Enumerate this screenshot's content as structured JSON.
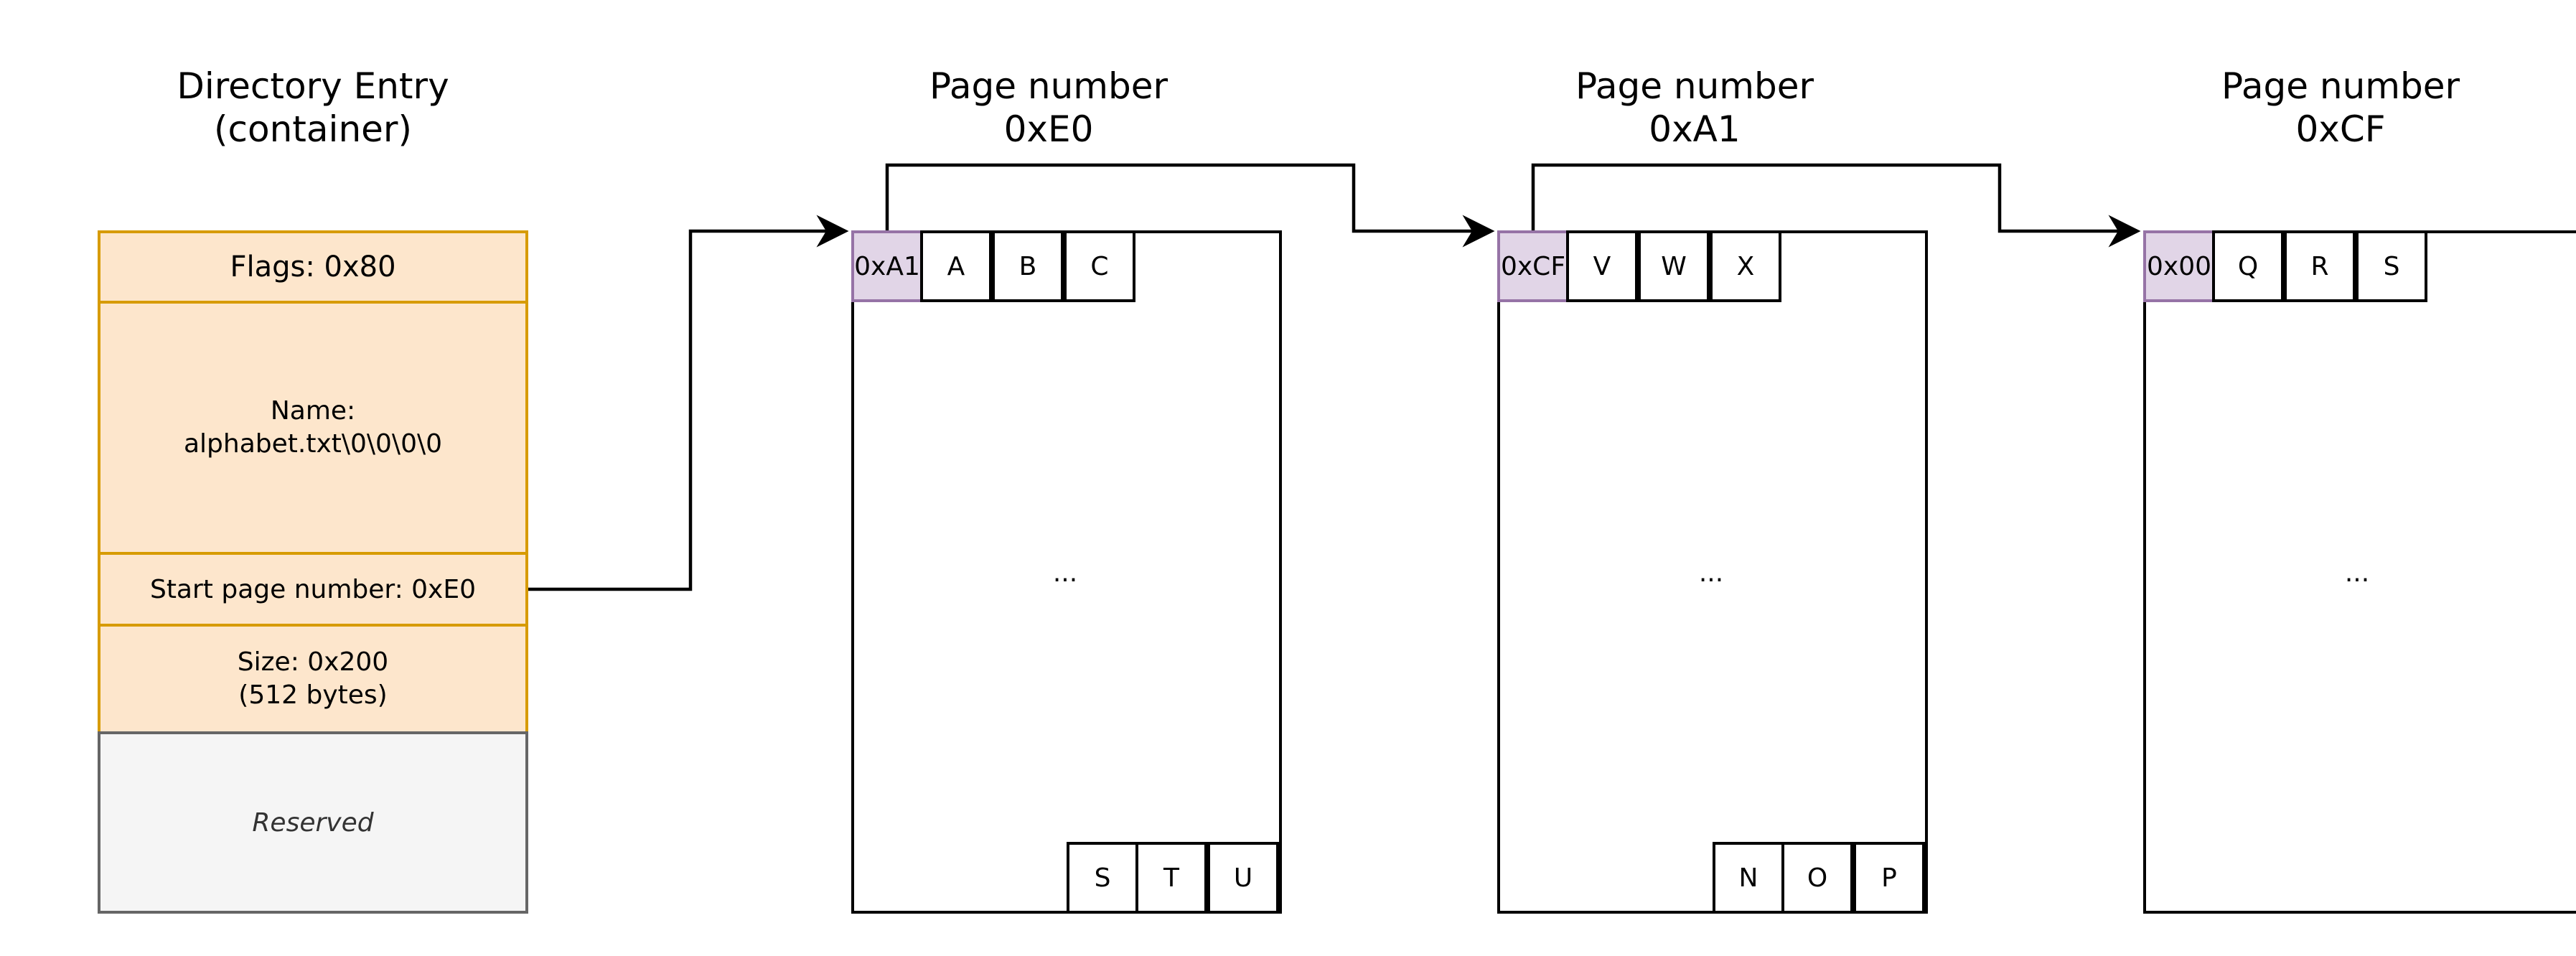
{
  "directory_entry": {
    "title": "Directory Entry\n(container)",
    "flags": "Flags: 0x80",
    "name": "Name:\nalphabet.txt\\0\\0\\0\\0",
    "start_page": "Start page number: 0xE0",
    "size": "Size: 0x200\n(512 bytes)",
    "reserved": "Reserved"
  },
  "pages": [
    {
      "title": "Page number\n0xE0",
      "next_pointer": "0xA1",
      "first_cells": [
        "A",
        "B",
        "C"
      ],
      "ellipsis": "...",
      "last_cells": [
        "S",
        "T",
        "U"
      ]
    },
    {
      "title": "Page number\n0xA1",
      "next_pointer": "0xCF",
      "first_cells": [
        "V",
        "W",
        "X"
      ],
      "ellipsis": "...",
      "last_cells": [
        "N",
        "O",
        "P"
      ]
    },
    {
      "title": "Page number\n0xCF",
      "next_pointer": "0x00",
      "first_cells": [
        "Q",
        "R",
        "S"
      ],
      "ellipsis": "..."
    }
  ],
  "colors": {
    "entry_fill": "#fde6cc",
    "entry_border": "#d79b00",
    "reserved_fill": "#f5f5f5",
    "reserved_border": "#666666",
    "pointer_fill": "#e1d5e7",
    "pointer_border": "#9673a6"
  }
}
